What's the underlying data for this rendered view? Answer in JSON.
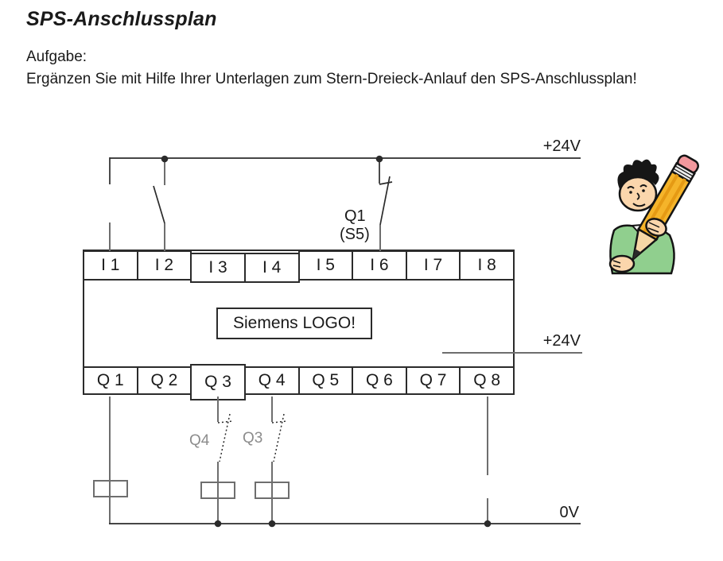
{
  "header": {
    "title": "SPS-Anschlussplan",
    "task_label": "Aufgabe:",
    "task_text": "Ergänzen Sie mit Hilfe Ihrer Unterlagen zum Stern-Dreieck-Anlauf den SPS-Anschlussplan!"
  },
  "diagram": {
    "plc_name": "Siemens LOGO!",
    "input_terminals": [
      "I 1",
      "I 2",
      "I 3",
      "I 4",
      "I 5",
      "I 6",
      "I 7",
      "I 8"
    ],
    "output_terminals": [
      "Q 1",
      "Q 2",
      "Q 3",
      "Q 4",
      "Q 5",
      "Q 6",
      "Q 7",
      "Q 8"
    ],
    "rail_labels": {
      "top": "+24V",
      "middle": "+24V",
      "bottom": "0V"
    },
    "contact_labels": {
      "input_i6": "Q1",
      "input_i6_sub": "(S5)",
      "output_q3_branch": "Q4",
      "output_q4_branch": "Q3"
    },
    "illustration": "boy-writing-with-big-pencil"
  },
  "colors": {
    "wire_black": "#2b2b2b",
    "wire_gray": "#6e6e6e",
    "contact_label_gray": "#8c8c8c",
    "pencil_yellow": "#f5b42a",
    "pencil_stripe": "#e59a14",
    "pencil_eraser_pink": "#f2989d",
    "shirt_green": "#90cf8e",
    "skin": "#fbd6ac"
  }
}
